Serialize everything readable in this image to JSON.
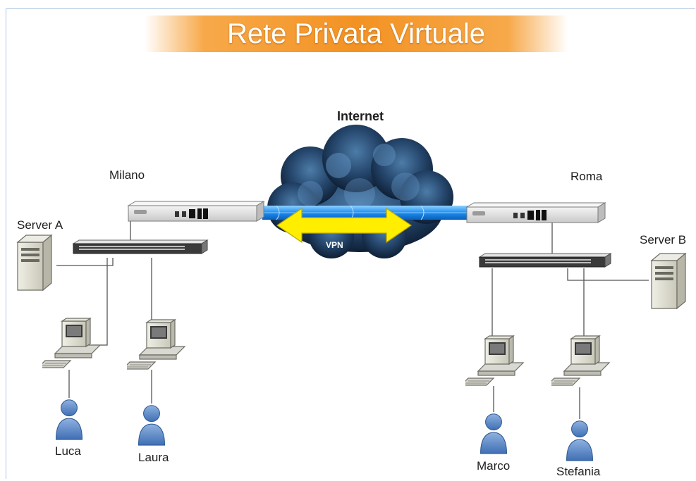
{
  "title": "Rete Privata Virtuale",
  "labels": {
    "internet": "Internet",
    "vpn": "VPN",
    "site_left": "Milano",
    "site_right": "Roma",
    "server_left": "Server A",
    "server_right": "Server B"
  },
  "users": {
    "left": [
      "Luca",
      "Laura"
    ],
    "right": [
      "Marco",
      "Stefania"
    ]
  },
  "colors": {
    "banner": "#f39223",
    "tunnel": "#2f9bff",
    "vpn_arrow": "#ffee00",
    "cloud": "#1d3a5c",
    "person": "#5b87c8"
  }
}
